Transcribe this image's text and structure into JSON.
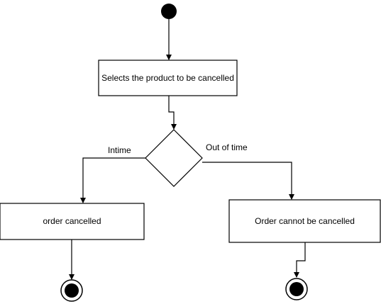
{
  "nodes": {
    "select_product": {
      "label": "Selects the product to be cancelled"
    },
    "decision": {
      "label": ""
    },
    "order_cancelled": {
      "label": "order cancelled"
    },
    "order_not_cancelled": {
      "label": "Order cannot be cancelled"
    }
  },
  "edges": {
    "intime": {
      "label": "Intime"
    },
    "out_of_time": {
      "label": "Out of time"
    }
  },
  "colors": {
    "stroke": "#000000",
    "fill": "#ffffff",
    "node_fill": "#000000"
  }
}
